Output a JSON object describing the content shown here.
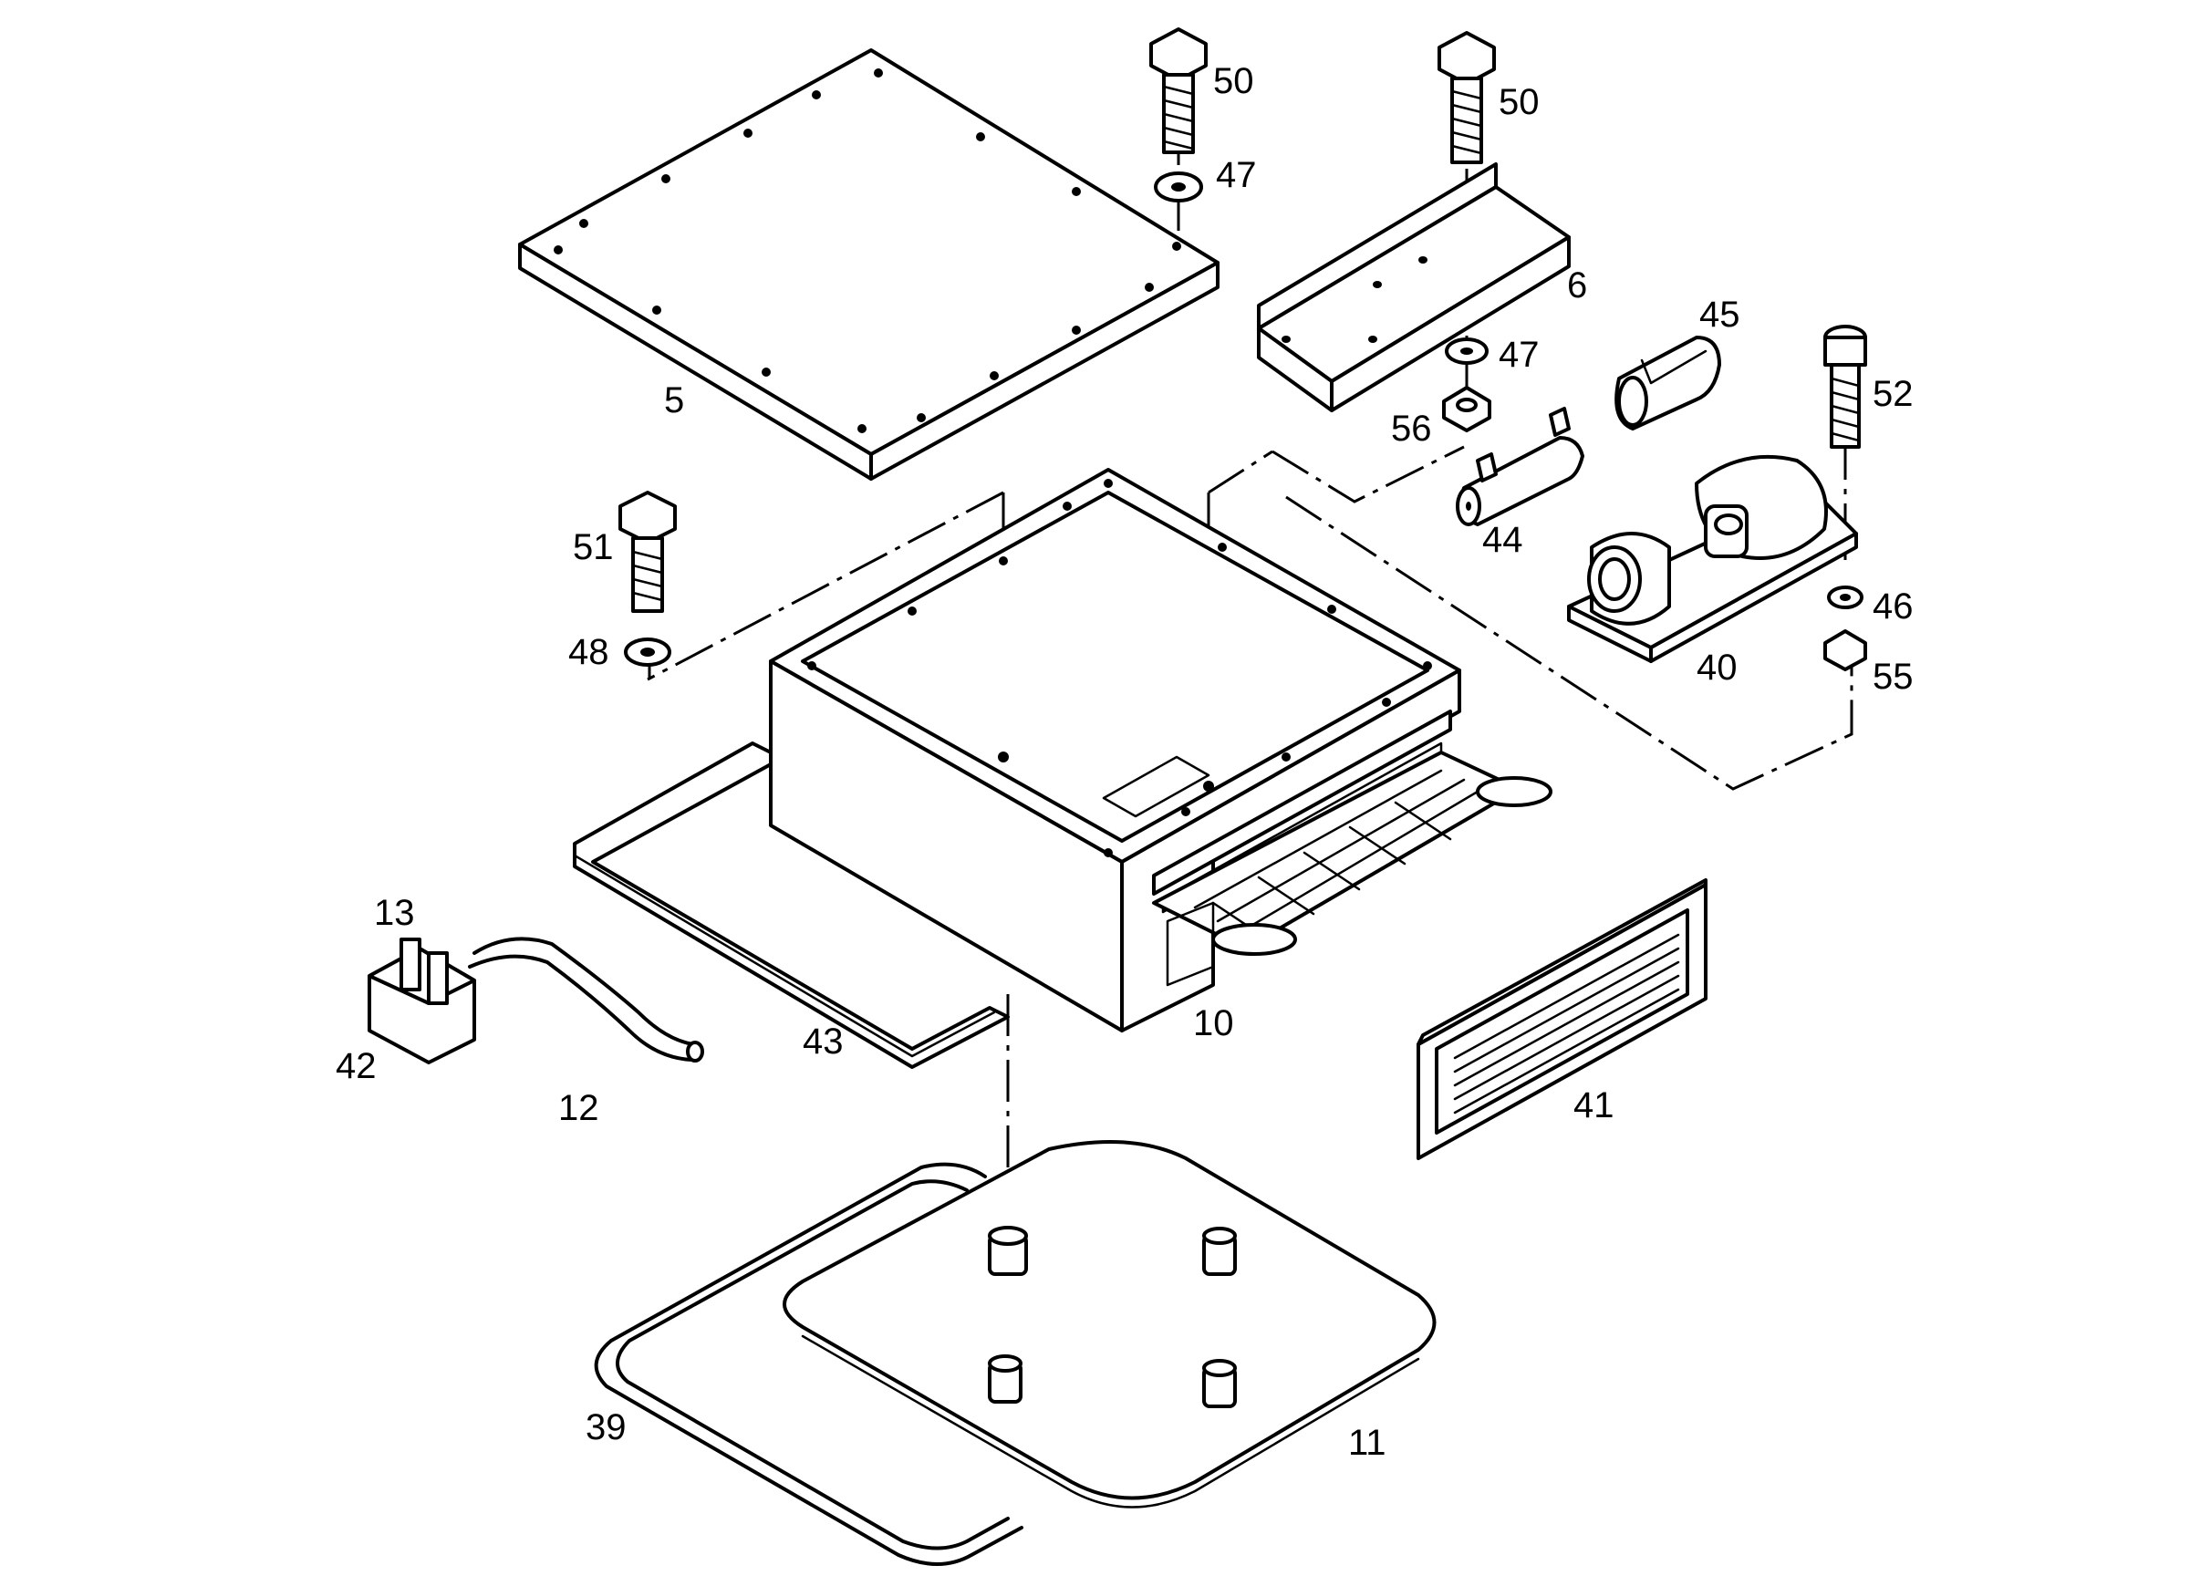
{
  "callouts": [
    {
      "id": "c5",
      "text": "5"
    },
    {
      "id": "c6",
      "text": "6"
    },
    {
      "id": "c10",
      "text": "10"
    },
    {
      "id": "c11",
      "text": "11"
    },
    {
      "id": "c12",
      "text": "12"
    },
    {
      "id": "c13",
      "text": "13"
    },
    {
      "id": "c39",
      "text": "39"
    },
    {
      "id": "c40",
      "text": "40"
    },
    {
      "id": "c41",
      "text": "41"
    },
    {
      "id": "c42",
      "text": "42"
    },
    {
      "id": "c43",
      "text": "43"
    },
    {
      "id": "c44",
      "text": "44"
    },
    {
      "id": "c45",
      "text": "45"
    },
    {
      "id": "c46",
      "text": "46"
    },
    {
      "id": "c47a",
      "text": "47"
    },
    {
      "id": "c47b",
      "text": "47"
    },
    {
      "id": "c48",
      "text": "48"
    },
    {
      "id": "c50a",
      "text": "50"
    },
    {
      "id": "c50b",
      "text": "50"
    },
    {
      "id": "c51",
      "text": "51"
    },
    {
      "id": "c52",
      "text": "52"
    },
    {
      "id": "c55",
      "text": "55"
    },
    {
      "id": "c56",
      "text": "56"
    }
  ]
}
